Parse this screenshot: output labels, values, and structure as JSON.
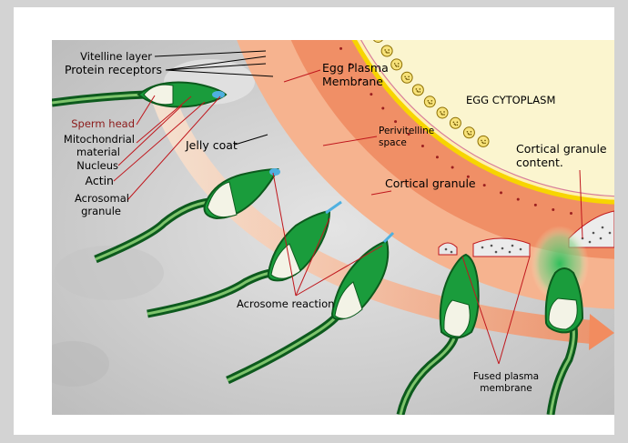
{
  "labels": {
    "vitelline_layer": "Vitelline layer",
    "protein_receptors": "Protein receptors",
    "egg_plasma_membrane_1": "Egg Plasma",
    "egg_plasma_membrane_2": "Membrane",
    "egg_cytoplasm": "EGG CYTOPLASM",
    "sperm_head": "Sperm head",
    "mitochondrial_1": "Mitochondrial",
    "mitochondrial_2": "material",
    "nucleus": "Nucleus",
    "actin": "Actin",
    "acrosomal_1": "Acrosomal",
    "acrosomal_2": "granule",
    "jelly_coat": "Jelly coat",
    "perivitelline_1": "Perivitelline",
    "perivitelline_2": "space",
    "cortical_granule": "Cortical granule",
    "cortical_content_1": "Cortical granule",
    "cortical_content_2": "content.",
    "acrosome_reaction": "Acrosome reaction",
    "fused_1": "Fused plasma",
    "fused_2": "membrane"
  },
  "colors": {
    "cytoplasm": "#fbf5cf",
    "jelly_coat": "#f08f66",
    "jelly_coat_light": "#f6b38f",
    "vitelline_yellow": "#f7d500",
    "sperm_green": "#1a9c3c",
    "sperm_dark": "#0c5a1d",
    "arrow": "#f7a077",
    "label_red": "#8b1a1a",
    "leader": "#c0171d"
  }
}
